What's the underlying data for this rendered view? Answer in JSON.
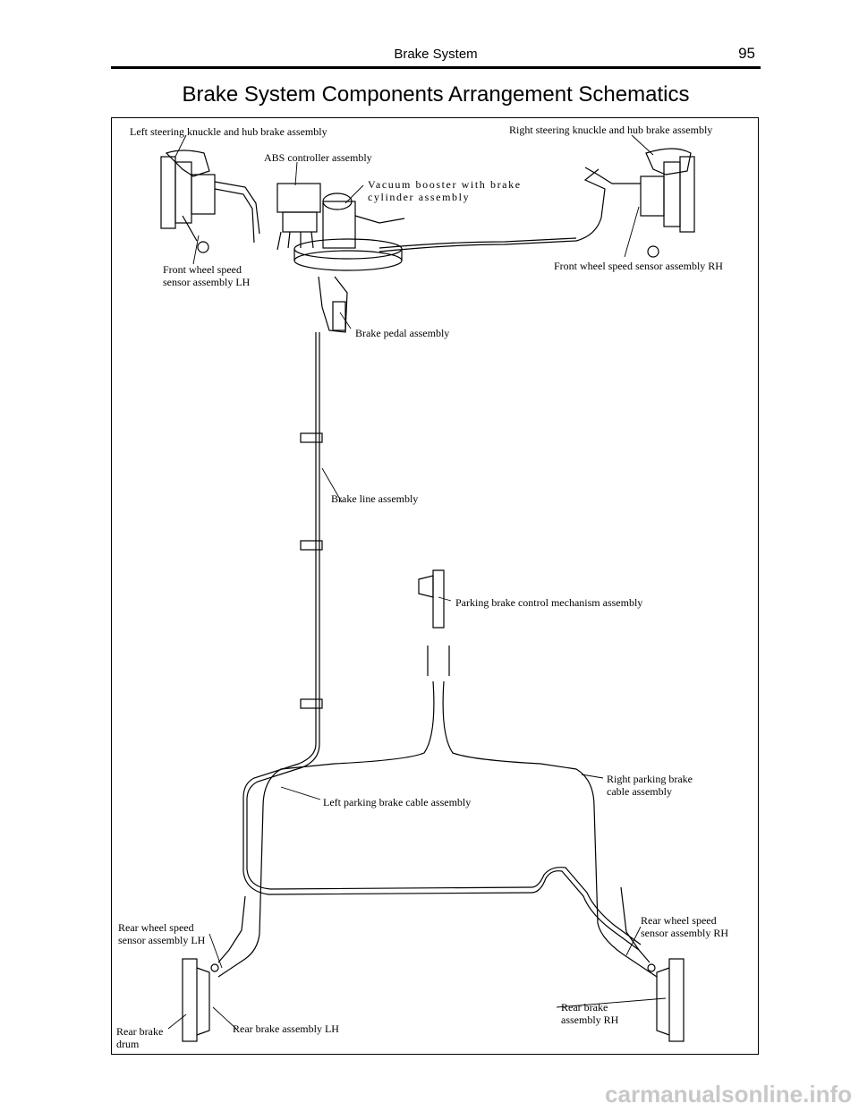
{
  "header": {
    "section": "Brake System",
    "page_number": "95"
  },
  "title": "Brake System Components Arrangement Schematics",
  "labels": {
    "left_knuckle": "Left steering knuckle and hub brake assembly",
    "right_knuckle": "Right steering knuckle and hub brake assembly",
    "abs": "ABS controller assembly",
    "booster": "Vacuum booster with brake\ncylinder assembly",
    "front_sensor_lh": "Front wheel speed\nsensor assembly LH",
    "front_sensor_rh": "Front wheel speed sensor assembly RH",
    "pedal": "Brake pedal assembly",
    "brake_line": "Brake line assembly",
    "parking_control": "Parking brake control mechanism assembly",
    "right_cable": "Right parking brake\ncable assembly",
    "left_cable": "Left parking brake cable assembly",
    "rear_sensor_lh": "Rear wheel speed\nsensor assembly LH",
    "rear_sensor_rh": "Rear wheel speed\nsensor assembly RH",
    "rear_brake_rh": "Rear brake\nassembly RH",
    "rear_brake_lh": "Rear brake assembly LH",
    "rear_drum": "Rear brake\ndrum"
  },
  "watermark": "carmanualsonline.info"
}
